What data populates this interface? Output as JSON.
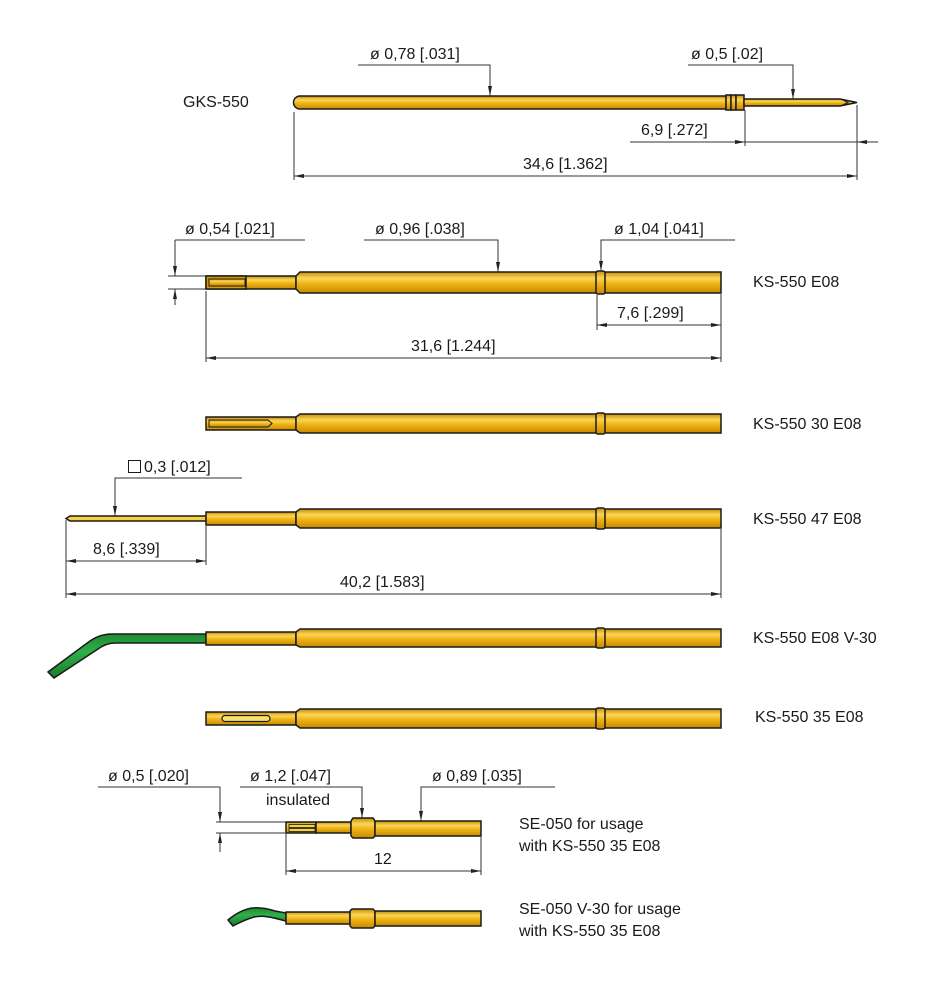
{
  "colors": {
    "gold": "#f0b417",
    "gold_light": "#f9d65a",
    "gold_dark": "#c78a00",
    "green": "#1f9a3a",
    "green_light": "#6cc24a",
    "outline": "#1a1a1a",
    "dim_line": "#333333"
  },
  "parts": [
    {
      "name": "GKS-550",
      "dimensions": {
        "tip_diameter": "ø 0,78 [.031]",
        "plunger_diameter": "ø 0,5 [.02]",
        "plunger_length": "6,9 [.272]",
        "overall_length": "34,6 [1.362]"
      }
    },
    {
      "name": "KS-550 E08",
      "dimensions": {
        "bore_diameter": "ø 0,54 [.021]",
        "body_diameter": "ø 0,96 [.038]",
        "ring_diameter": "ø 1,04 [.041]",
        "ring_to_end": "7,6 [.299]",
        "overall_length": "31,6 [1.244]"
      }
    },
    {
      "name": "KS-550 30 E08"
    },
    {
      "name": "KS-550 47 E08",
      "dimensions": {
        "square_pin": "0,3 [.012]",
        "pin_length": "8,6 [.339]",
        "overall_length": "40,2 [1.583]"
      }
    },
    {
      "name": "KS-550 E08 V-30"
    },
    {
      "name": "KS-550 35 E08"
    },
    {
      "name_line1": "SE-050 for usage",
      "name_line2": "with KS-550 35 E08",
      "dimensions": {
        "wire_diameter": "ø 0,5 [.020]",
        "insulated_diameter": "ø 1,2 [.047]",
        "insulated_note": "insulated",
        "body_diameter": "ø 0,89 [.035]",
        "length": "12"
      }
    },
    {
      "name_line1": "SE-050 V-30 for usage",
      "name_line2": "with KS-550 35 E08"
    }
  ]
}
